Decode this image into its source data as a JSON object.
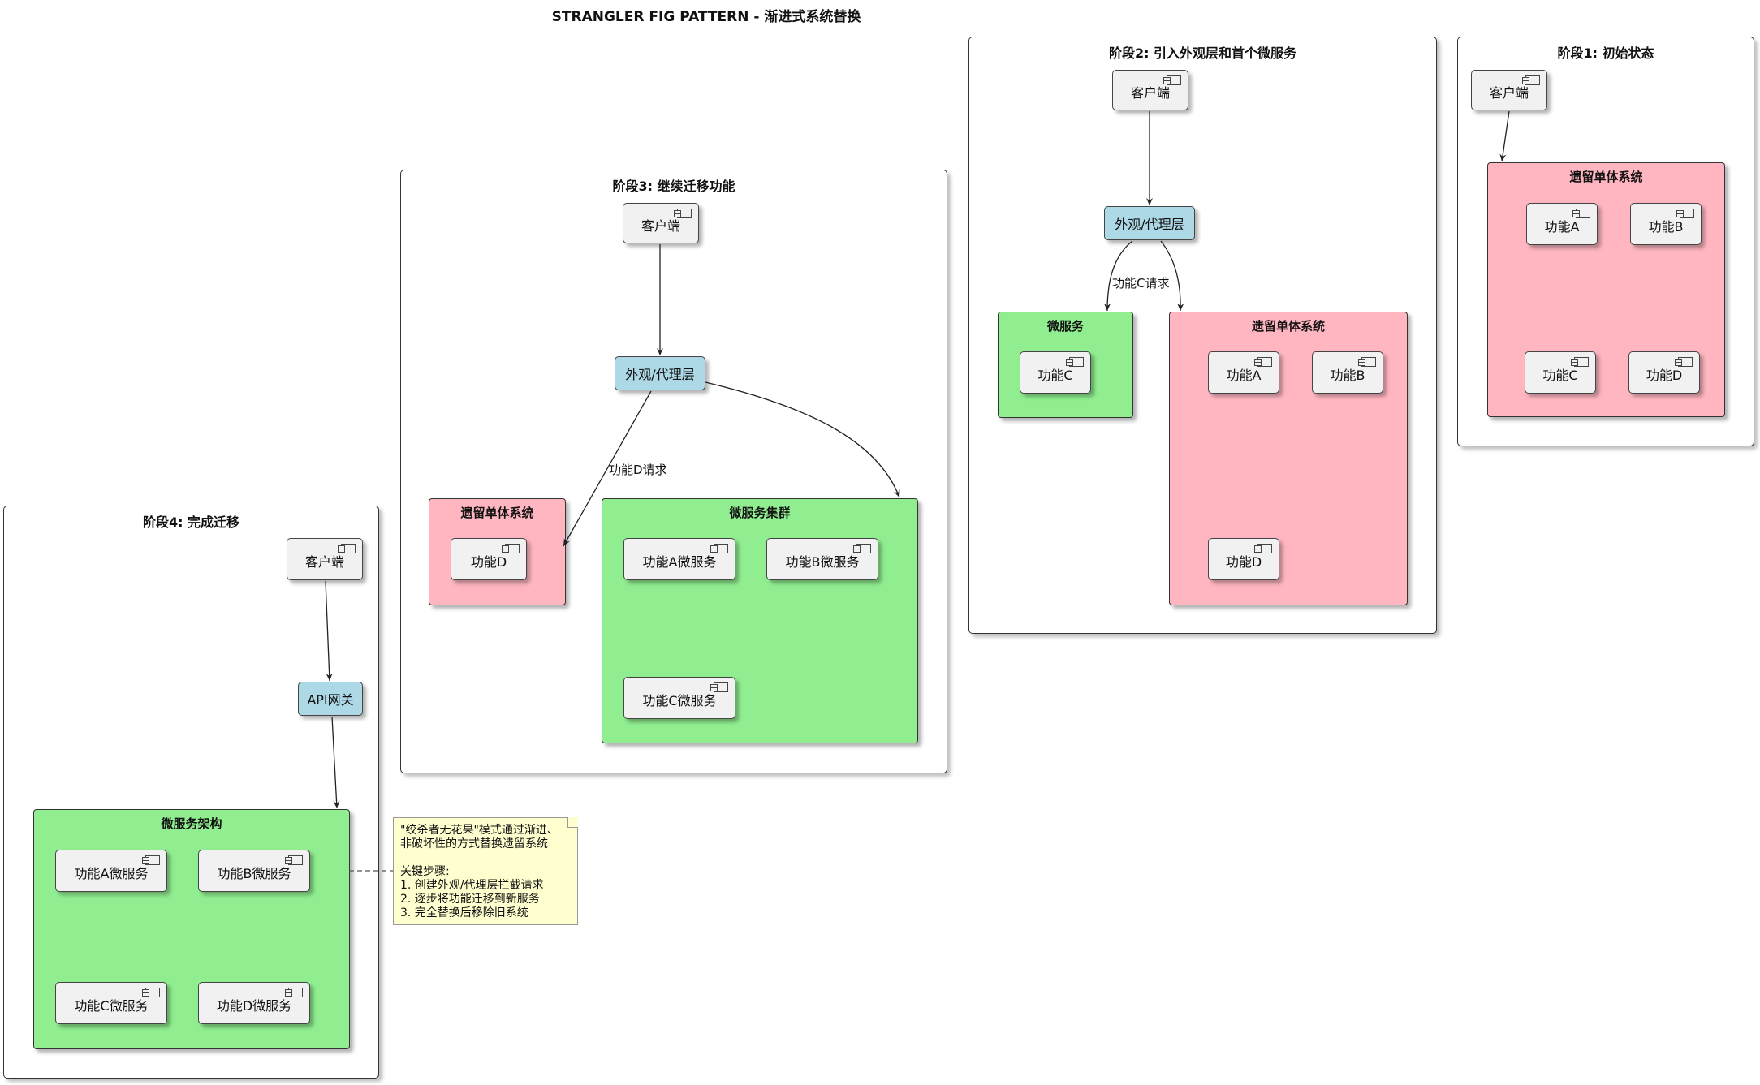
{
  "title": "STRANGLER FIG PATTERN - 渐进式系统替换",
  "stage1": {
    "title": "阶段1: 初始状态",
    "client": "客户端",
    "legacy": {
      "title": "遗留单体系统",
      "items": [
        "功能A",
        "功能B",
        "功能C",
        "功能D"
      ]
    }
  },
  "stage2": {
    "title": "阶段2: 引入外观层和首个微服务",
    "client": "客户端",
    "proxy": "外观/代理层",
    "edge_label": "功能C请求",
    "micro": {
      "title": "微服务",
      "items": [
        "功能C"
      ]
    },
    "legacy": {
      "title": "遗留单体系统",
      "items": [
        "功能A",
        "功能B",
        "功能D"
      ]
    }
  },
  "stage3": {
    "title": "阶段3: 继续迁移功能",
    "client": "客户端",
    "proxy": "外观/代理层",
    "edge_label": "功能D请求",
    "legacy": {
      "title": "遗留单体系统",
      "items": [
        "功能D"
      ]
    },
    "micro": {
      "title": "微服务集群",
      "items": [
        "功能A微服务",
        "功能B微服务",
        "功能C微服务"
      ]
    }
  },
  "stage4": {
    "title": "阶段4: 完成迁移",
    "client": "客户端",
    "gateway": "API网关",
    "micro": {
      "title": "微服务架构",
      "items": [
        "功能A微服务",
        "功能B微服务",
        "功能C微服务",
        "功能D微服务"
      ]
    }
  },
  "note": {
    "lines": [
      "\"绞杀者无花果\"模式通过渐进、",
      "非破坏性的方式替换遗留系统",
      "",
      "关键步骤:",
      "1. 创建外观/代理层拦截请求",
      "2. 逐步将功能迁移到新服务",
      "3. 完全替换后移除旧系统"
    ]
  },
  "colors": {
    "legacy": "#ffb6c1",
    "micro": "#90ee90",
    "proxy": "#add8e6",
    "component": "#f1f1f1",
    "note": "#fefece"
  },
  "icons": [
    "component-icon"
  ]
}
